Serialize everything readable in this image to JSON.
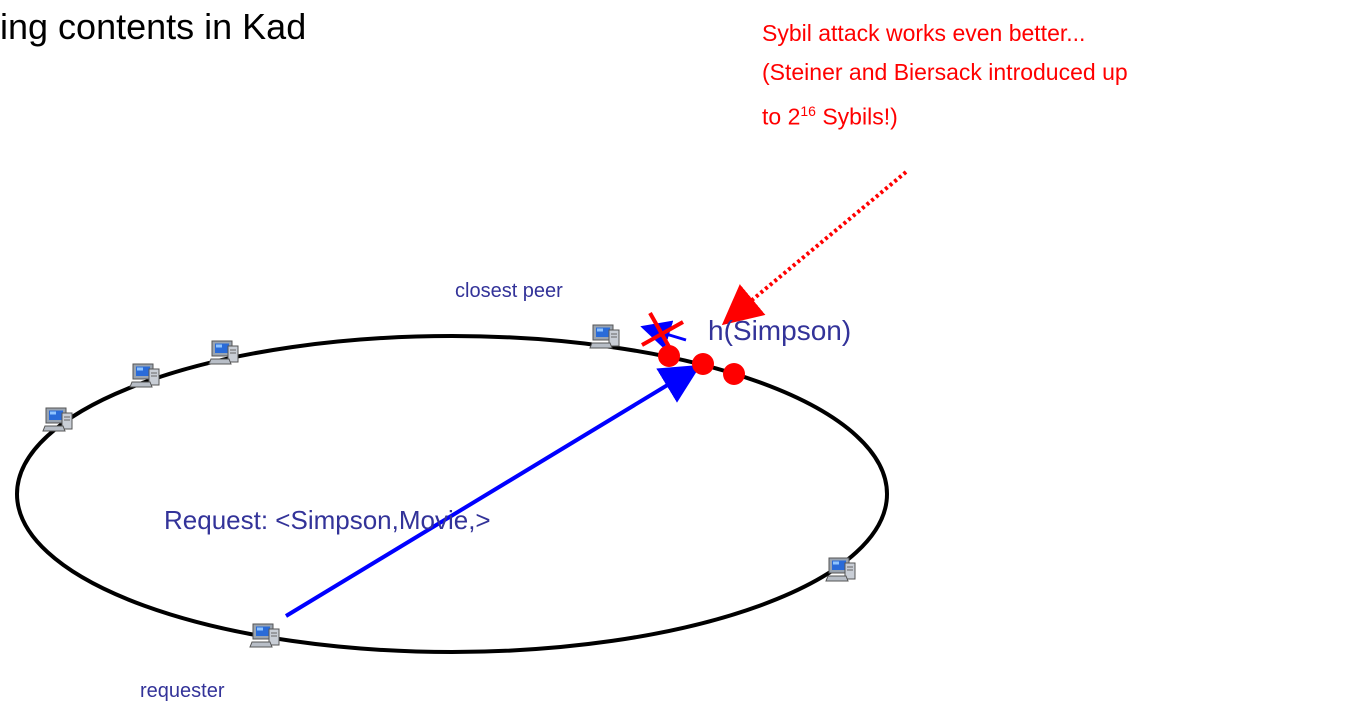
{
  "slide": {
    "title": "ing contents in Kad"
  },
  "annotation": {
    "line1": "Sybil attack works even better...",
    "line2": "(Steiner and Biersack introduced up",
    "line3_prefix": "to 2",
    "line3_exponent": "16",
    "line3_suffix": " Sybils!)"
  },
  "labels": {
    "closest_peer": "closest peer",
    "hash": "h(Simpson)",
    "request": "Request: <Simpson,Movie,>",
    "requester": "requester"
  },
  "colors": {
    "ring": "#000000",
    "arrow": "#0000ff",
    "sybil": "#ff0000",
    "label": "#333399"
  },
  "icons": [
    "computer-icon"
  ]
}
